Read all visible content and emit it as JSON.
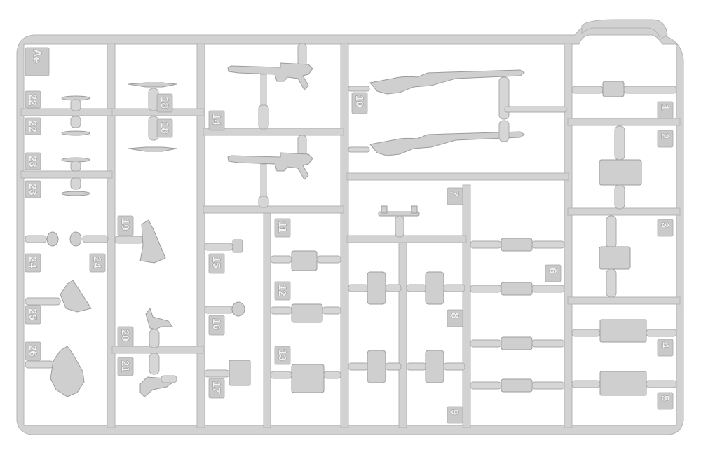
{
  "sprue": {
    "letter": "Ae",
    "part_numbers": {
      "p1": "1",
      "p2": "2",
      "p3": "3",
      "p4": "4",
      "p5": "5",
      "p6": "6",
      "p7": "7",
      "p8": "8",
      "p9": "9",
      "p10": "10",
      "p11": "11",
      "p12": "12",
      "p13": "13",
      "p14": "14",
      "p15": "15",
      "p16": "16",
      "p17": "17",
      "p18a": "18",
      "p18b": "18",
      "p19": "19",
      "p20": "20",
      "p21": "21",
      "p22a": "22",
      "p22b": "22",
      "p23a": "23",
      "p23b": "23",
      "p24a": "24",
      "p24b": "24",
      "p25": "25",
      "p26": "26"
    }
  }
}
